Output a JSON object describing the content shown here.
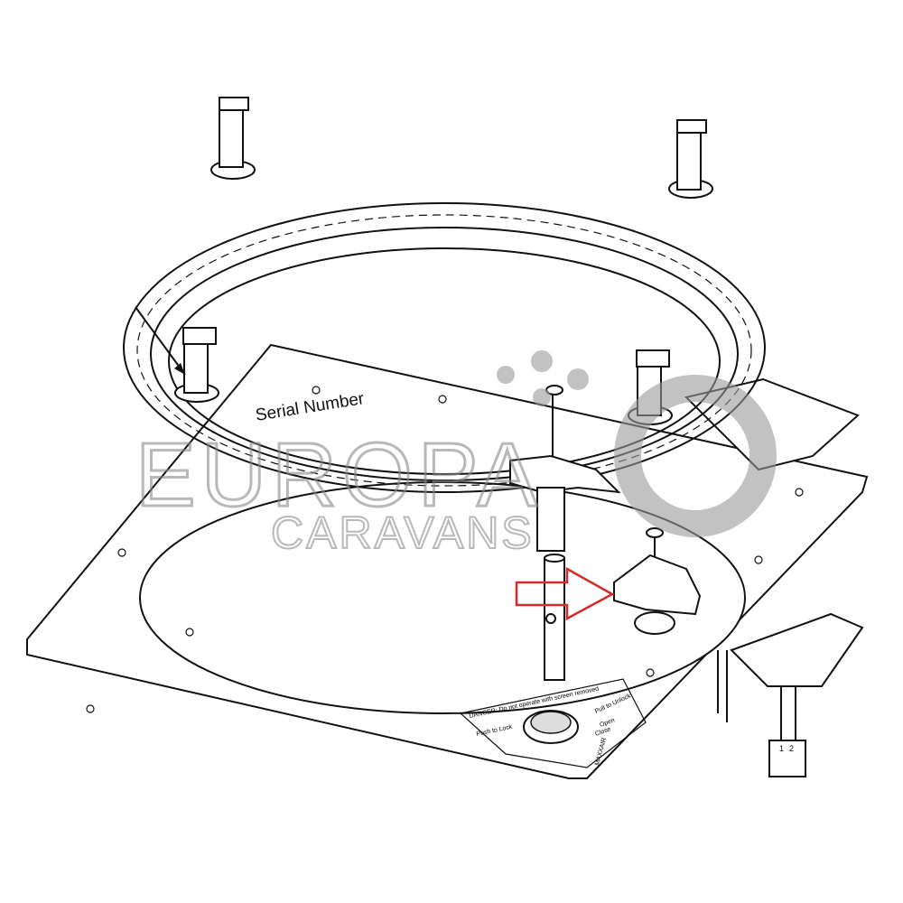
{
  "diagram": {
    "callout_label": "Serial Number",
    "watermark": {
      "line1": "EUROPA",
      "line2": "CARAVANS",
      "color": "#9a9a9a"
    },
    "arrow_color": "#d42a2a",
    "decal": {
      "warning": "DANGER: Do not operate with screen removed",
      "push_to_lock": "Push to Lock",
      "pull_to_unlock": "Pull to Unlock",
      "open": "Open",
      "close": "Close",
      "brand": "MAXXAIR"
    },
    "connector_pins": [
      "1",
      "2"
    ]
  }
}
